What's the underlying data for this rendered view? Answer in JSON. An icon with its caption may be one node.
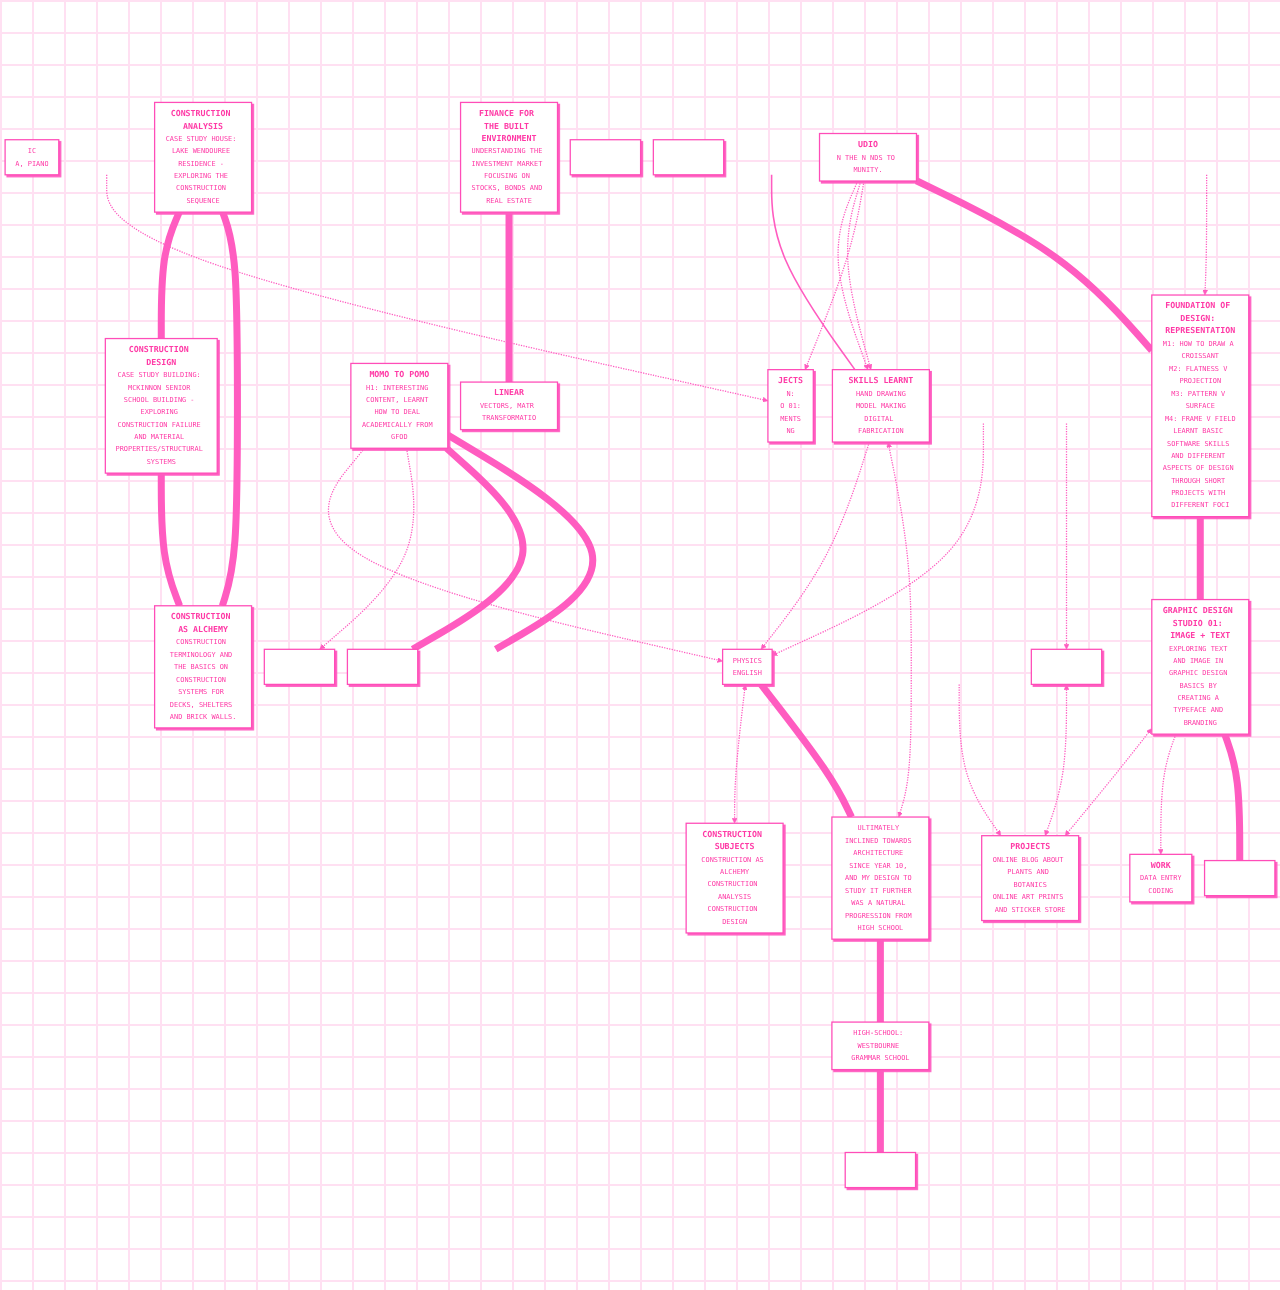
{
  "diagram": {
    "nodes": [
      {
        "text": [
          "PHYSICS",
          "ENGLISH"
        ]
      },
      {
        "text": [],
        "shape": "box"
      },
      {
        "text": [],
        "shape": "box"
      },
      {
        "text": [],
        "shape": "box"
      },
      {
        "text": [
          "HIGH-SCHOOL: WESTBOURNE GRAMMAR SCHOOL"
        ]
      },
      {
        "text": [
          "ULTIMATELY INCLINED TOWARDS ARCHITECTURE SINCE YEAR 10, AND MY DESIGN TO STUDY IT FURTHER WAS A NATURAL PROGRESSION FROM HIGH SCHOOL"
        ]
      },
      {
        "text": [
          "IC",
          "A, PIANO"
        ]
      },
      {
        "text": [
          "SKILLS LEARNT",
          "HAND DRAWING",
          "MODEL MAKING",
          "DIGITAL FABRICATION"
        ]
      },
      {
        "text": [
          "CONSTRUCTION ANALYSIS",
          "CASE STUDY HOUSE: LAKE WENDOUREE RESIDENCE - EXPLORING THE CONSTRUCTION SEQUENCE"
        ]
      },
      {
        "text": [],
        "shape": "box"
      },
      {
        "text": [
          "CONSTRUCTION DESIGN",
          "CASE STUDY BUILDING: MCKINNON SENIOR SCHOOL BUILDING - EXPLORING CONSTRUCTION FAILURE AND MATERIAL PROPERTIES/STRUCTURAL SYSTEMS"
        ]
      },
      {
        "text": [
          "CONSTRUCTION SUBJECTS",
          "CONSTRUCTION AS ALCHEMY",
          "CONSTRUCTION ANALYSIS",
          "CONSTRUCTION DESIGN"
        ]
      },
      {
        "text": [
          "FINANCE FOR THE BUILT ENVIRONMENT",
          "UNDERSTANDING THE INVESTMENT MARKET FOCUSING ON STOCKS, BONDS AND REAL ESTATE"
        ]
      },
      {
        "text": [
          "FOUNDATION OF DESIGN: REPRESENTATION",
          "M1: HOW TO DRAW A CROISSANT",
          "M2: FLATNESS V PROJECTION",
          "M3: PATTERN V SURFACE",
          "M4: FRAME V FIELD",
          "LEARNT BASIC SOFTWARE SKILLS AND DIFFERENT ASPECTS OF DESIGN THROUGH SHORT PROJECTS WITH DIFFERENT FOCI"
        ]
      },
      {
        "text": [
          "UDIO",
          "N THE N NDS TO MUNITY."
        ]
      },
      {
        "text": [
          "CONSTRUCTION AS ALCHEMY",
          "CONSTRUCTION TERMINOLOGY AND THE BASICS ON CONSTRUCTION SYSTEMS FOR DECKS, SHELTERS AND BRICK WALLS."
        ]
      },
      {
        "text": [
          "PROJECTS",
          "ONLINE BLOG ABOUT PLANTS AND BOTANICS",
          "ONLINE ART PRINTS AND STICKER STORE"
        ]
      },
      {
        "text": [
          "LINEAR",
          "VECTORS, MATR TRANSFORMATIO"
        ]
      },
      {
        "text": [
          "JECTS",
          "N:",
          "O 01:",
          "MENTS",
          "NG"
        ]
      },
      {
        "text": [
          "GRAPHIC DESIGN STUDIO 01: IMAGE + TEXT",
          "EXPLORING TEXT AND IMAGE IN GRAPHIC DESIGN BASICS BY CREATING A TYPEFACE AND BRANDING"
        ]
      },
      {
        "text": [
          "MOMO TO POMO",
          "H1: INTERESTING CONTENT, LEARNT HOW TO DEAL ACADEMICALLY FROM GFOD"
        ]
      },
      {
        "text": [
          "WORK",
          "DATA ENTRY",
          "CODING"
        ]
      },
      {
        "text": [],
        "shape": "box"
      },
      {
        "text": [],
        "shape": "box"
      },
      {
        "text": [],
        "shape": "box"
      }
    ],
    "edges": [
      {
        "from": null,
        "to": 7,
        "arrow": "none"
      },
      {
        "from": 7,
        "to": 0,
        "arrow": "to",
        "style": "dashed"
      },
      {
        "from": 7,
        "to": 5,
        "arrow": "both",
        "style": "dashed"
      },
      {
        "from": 0,
        "to": 11,
        "arrow": "both",
        "style": "dashed"
      },
      {
        "from": 20,
        "to": 0,
        "arrow": "to",
        "style": "dashed"
      },
      {
        "from": null,
        "to": 0,
        "arrow": "to",
        "style": "dashed"
      },
      {
        "from": 9,
        "to": 16,
        "arrow": "both",
        "style": "dashed"
      },
      {
        "from": null,
        "to": 9,
        "arrow": "to",
        "style": "dashed"
      },
      {
        "from": 14,
        "to": 7,
        "arrow": "to",
        "style": "dashed"
      },
      {
        "from": 14,
        "to": 7,
        "arrow": "to",
        "style": "dashed"
      },
      {
        "from": 14,
        "to": 18,
        "arrow": "to",
        "style": "dashed"
      },
      {
        "from": null,
        "to": 18,
        "arrow": "to",
        "style": "dashed"
      },
      {
        "from": null,
        "to": 13,
        "arrow": "to",
        "style": "dashed"
      },
      {
        "from": null,
        "to": 16,
        "arrow": "to",
        "style": "dashed"
      },
      {
        "from": 19,
        "to": 16,
        "arrow": "both",
        "style": "dashed"
      },
      {
        "from": 19,
        "to": 21,
        "arrow": "to",
        "style": "dashed"
      },
      {
        "from": 20,
        "to": 24,
        "arrow": "to",
        "style": "dashed"
      },
      {
        "from": 0,
        "to": 5,
        "arrow": "none",
        "style": "thick"
      },
      {
        "from": 5,
        "to": 4,
        "arrow": "none",
        "style": "thick"
      },
      {
        "from": 4,
        "to": 2,
        "arrow": "none",
        "style": "thick"
      },
      {
        "from": 8,
        "to": 10,
        "arrow": "none",
        "style": "thick"
      },
      {
        "from": 10,
        "to": 15,
        "arrow": "none",
        "style": "thick"
      },
      {
        "from": 8,
        "to": 15,
        "arrow": "none",
        "style": "thick"
      },
      {
        "from": 14,
        "to": 13,
        "arrow": "none",
        "style": "thick"
      },
      {
        "from": 13,
        "to": 19,
        "arrow": "none",
        "style": "thick"
      },
      {
        "from": 19,
        "to": 23,
        "arrow": "none",
        "style": "thick"
      },
      {
        "from": 12,
        "to": 17,
        "arrow": "none",
        "style": "thick"
      },
      {
        "from": 20,
        "to": 22,
        "arrow": "none",
        "style": "thick"
      },
      {
        "from": 20,
        "to": null,
        "arrow": "none",
        "style": "thick"
      }
    ]
  }
}
